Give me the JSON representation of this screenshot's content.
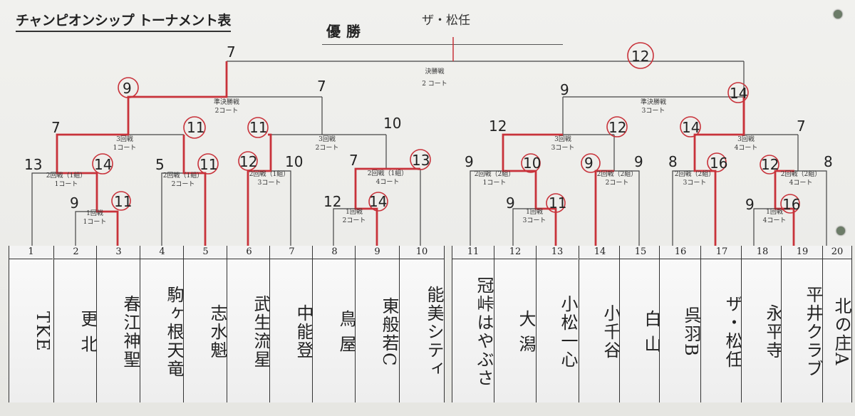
{
  "header": {
    "title": "チャンピオンシップ トーナメント表",
    "winner_label": "優勝",
    "winner_name": "ザ・松任"
  },
  "rounds": {
    "final": "決勝戦",
    "final_court": "2 コート",
    "semi_left": "準決勝戦",
    "semi_left_court": "2コート",
    "semi_right": "準決勝戦",
    "semi_right_court": "3コート",
    "r3_a": "3回戦",
    "r3_a_court": "1コート",
    "r3_b": "3回戦",
    "r3_b_court": "2コート",
    "r3_c": "3回戦",
    "r3_c_court": "3コート",
    "r3_d": "3回戦",
    "r3_d_court": "4コート",
    "r2_a": "2回戦（1組）",
    "r2_a_court": "1コート",
    "r2_b": "2回戦（1組）",
    "r2_b_court": "2コート",
    "r2_c": "2回戦（1組）",
    "r2_c_court": "3コート",
    "r2_d": "2回戦（1組）",
    "r2_d_court": "4コート",
    "r2_e": "2回戦（2組）",
    "r2_e_court": "1コート",
    "r2_f": "2回戦（2組）",
    "r2_f_court": "2コート",
    "r2_g": "2回戦（2組）",
    "r2_g_court": "3コート",
    "r2_h": "2回戦（2組）",
    "r2_h_court": "4コート",
    "r1_a": "1回戦",
    "r1_a_court": "1コート",
    "r1_b": "1回戦",
    "r1_b_court": "2コート",
    "r1_c": "1回戦",
    "r1_c_court": "3コート",
    "r1_d": "1回戦",
    "r1_d_court": "4コート"
  },
  "scores": {
    "final_left": "7",
    "final_right": "12",
    "sf1_a": "9",
    "sf1_b": "7",
    "sf2_a": "9",
    "sf2_b": "14",
    "r3a_l": "7",
    "r3a_r": "11",
    "r3b_l": "11",
    "r3b_r": "10",
    "r3c_l": "12",
    "r3c_r": "12",
    "r3d_l": "14",
    "r3d_r": "7",
    "r2a_l": "13",
    "r2a_r": "14",
    "r2b_l": "5",
    "r2b_r": "11",
    "r2c_l": "12",
    "r2c_r": "10",
    "r2d_l": "7",
    "r2d_r": "13",
    "r2e_l": "9",
    "r2e_r": "10",
    "r2f_l": "9",
    "r2f_r": "9",
    "r2g_l": "8",
    "r2g_r": "16",
    "r2h_l": "12",
    "r2h_r": "8",
    "r1a_l": "9",
    "r1a_r": "11",
    "r1b_l": "12",
    "r1b_r": "14",
    "r1c_l": "9",
    "r1c_r": "11",
    "r1d_l": "9",
    "r1d_r": "16"
  },
  "teams": [
    {
      "num": "1",
      "name": "TKE"
    },
    {
      "num": "2",
      "name": "更 北"
    },
    {
      "num": "3",
      "name": "春江神聖"
    },
    {
      "num": "4",
      "name": "駒ヶ根天竜"
    },
    {
      "num": "5",
      "name": "志水魁"
    },
    {
      "num": "6",
      "name": "武生流星"
    },
    {
      "num": "7",
      "name": "中能登"
    },
    {
      "num": "8",
      "name": "鳥 屋"
    },
    {
      "num": "9",
      "name": "東般若C"
    },
    {
      "num": "10",
      "name": "能美シティ"
    },
    {
      "num": "11",
      "name": "冠峠はやぶさ"
    },
    {
      "num": "12",
      "name": "大 潟"
    },
    {
      "num": "13",
      "name": "小松一心"
    },
    {
      "num": "14",
      "name": "小千谷"
    },
    {
      "num": "15",
      "name": "白 山"
    },
    {
      "num": "16",
      "name": "呉羽B"
    },
    {
      "num": "17",
      "name": "ザ・松任"
    },
    {
      "num": "18",
      "name": "永平寺"
    },
    {
      "num": "19",
      "name": "平井クラブ"
    },
    {
      "num": "20",
      "name": "北の庄A"
    }
  ],
  "colors": {
    "winner_line": "#c8323a",
    "bracket_line": "#444444"
  }
}
